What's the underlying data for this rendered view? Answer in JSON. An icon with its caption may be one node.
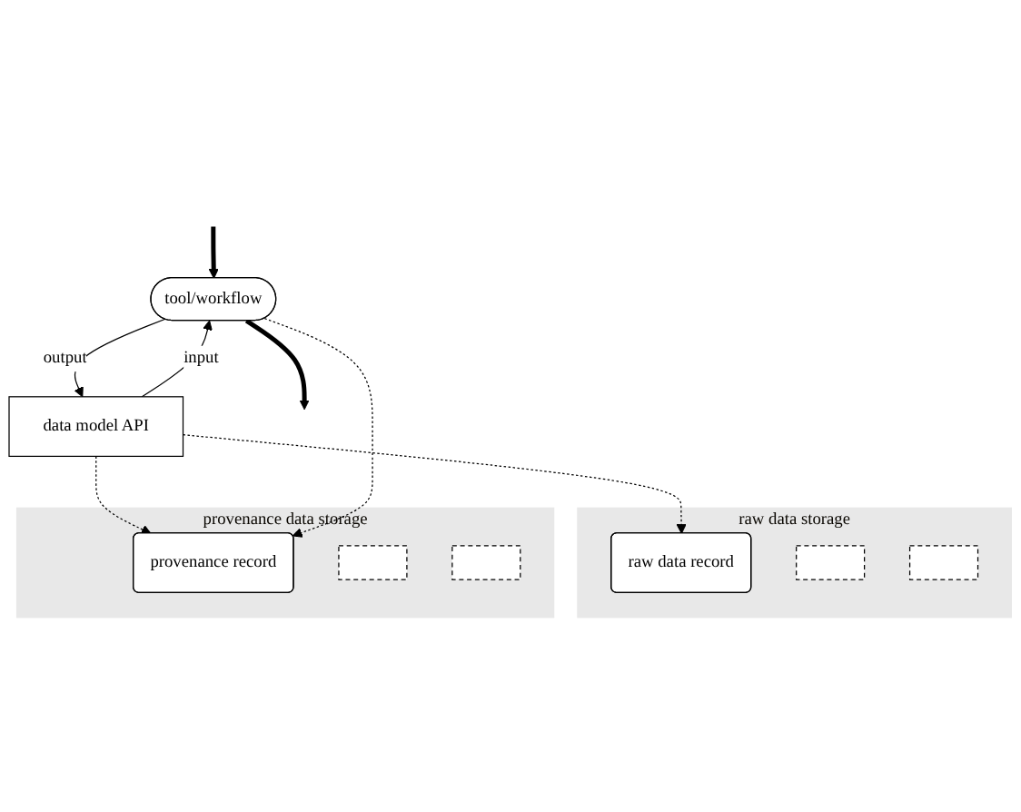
{
  "diagram": {
    "nodes": [
      {
        "text": [
          "tool/workflow"
        ]
      },
      {
        "text": [
          "data model API"
        ]
      },
      {
        "text": [
          "raw data storage"
        ]
      },
      {
        "text": [
          "raw data record"
        ],
        "in": 2
      },
      {
        "text": [],
        "shape": "box",
        "in": 2
      },
      {
        "text": [],
        "shape": "box",
        "in": 2
      },
      {
        "text": [
          "provenance data storage"
        ]
      },
      {
        "text": [
          "provenance record"
        ],
        "in": 6
      },
      {
        "text": [],
        "shape": "box",
        "in": 6
      },
      {
        "text": [],
        "shape": "box",
        "in": 6
      }
    ],
    "edges": [
      {
        "from": null,
        "to": 0,
        "arrow": "to",
        "style": "thick"
      },
      {
        "from": 0,
        "to": null,
        "arrow": "to",
        "style": "thick"
      },
      {
        "from": 1,
        "to": 0,
        "arrow": "to",
        "label": "input"
      },
      {
        "from": 0,
        "to": 1,
        "arrow": "to",
        "label": "output"
      },
      {
        "from": 1,
        "to": 3,
        "arrow": "to",
        "style": "dashed"
      },
      {
        "from": 1,
        "to": 7,
        "arrow": "to",
        "style": "dashed"
      },
      {
        "from": 0,
        "to": 7,
        "arrow": "to",
        "style": "dashed"
      }
    ]
  }
}
